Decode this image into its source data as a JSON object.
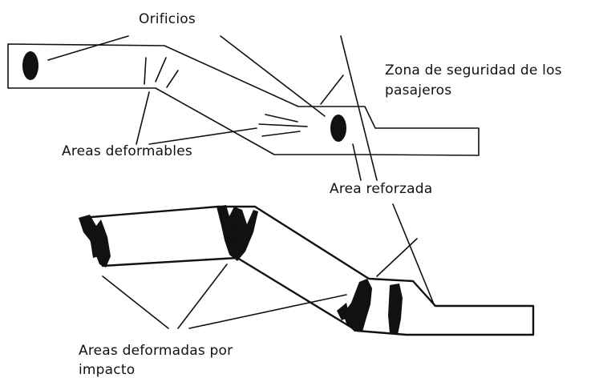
{
  "labels": {
    "orificios": "Orificios",
    "zona_line1": "Zona de seguridad de los",
    "zona_line2": "pasajeros",
    "areas_deformables": "Areas deformables",
    "area_reforzada": "Area reforzada",
    "deformadas_line1": "Areas deformadas por",
    "deformadas_line2": "impacto"
  },
  "colors": {
    "ink": "#111111",
    "background": "#ffffff"
  }
}
